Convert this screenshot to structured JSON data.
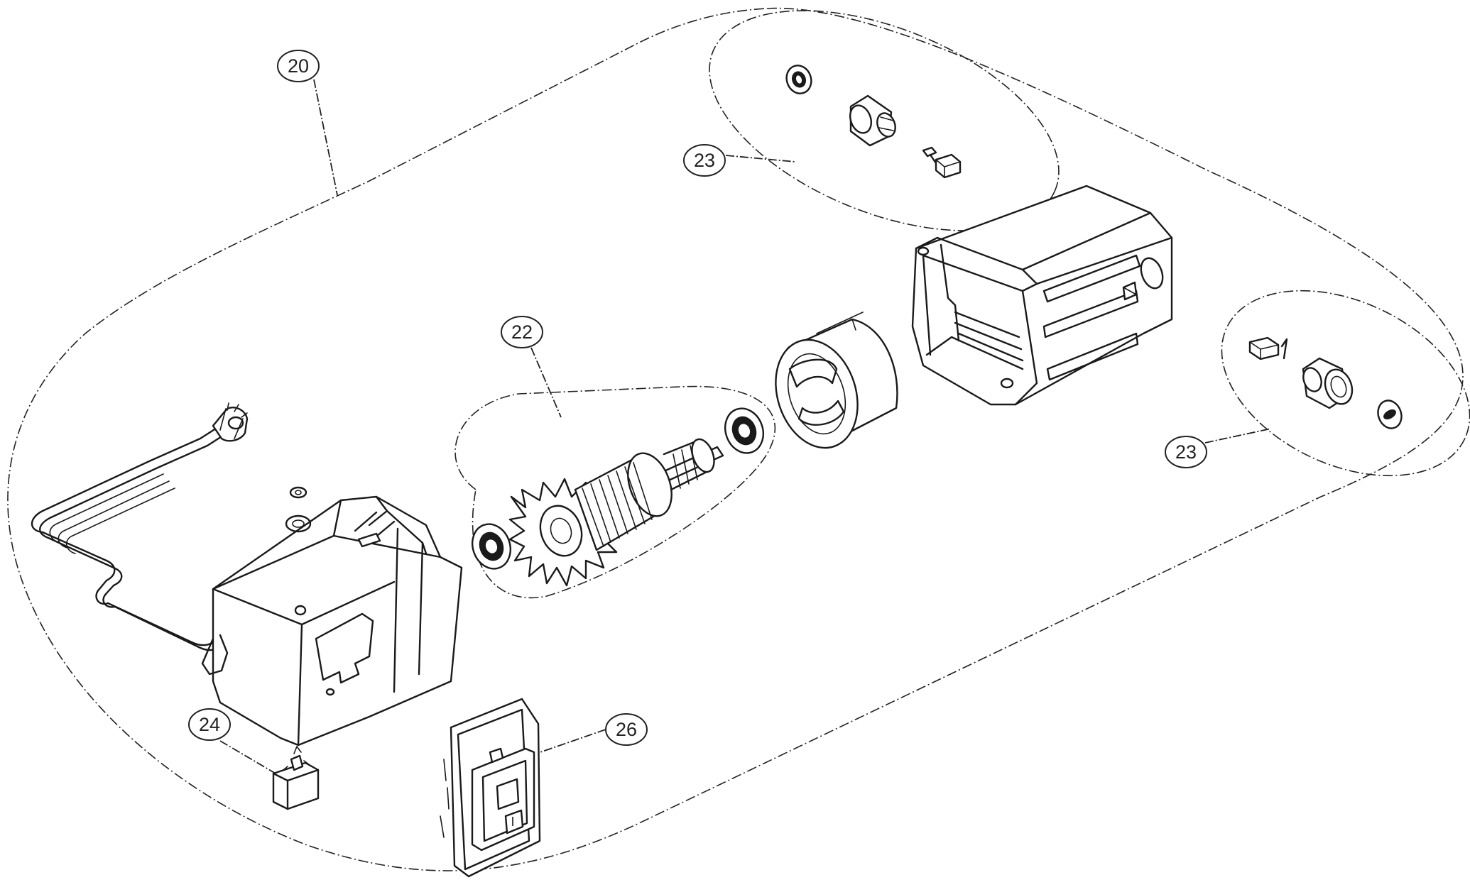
{
  "callouts": [
    {
      "id": "c20",
      "label": "20"
    },
    {
      "id": "c22",
      "label": "22"
    },
    {
      "id": "c23a",
      "label": "23"
    },
    {
      "id": "c23b",
      "label": "23"
    },
    {
      "id": "c24",
      "label": "24"
    },
    {
      "id": "c26",
      "label": "26"
    }
  ],
  "switch_marking": "I"
}
